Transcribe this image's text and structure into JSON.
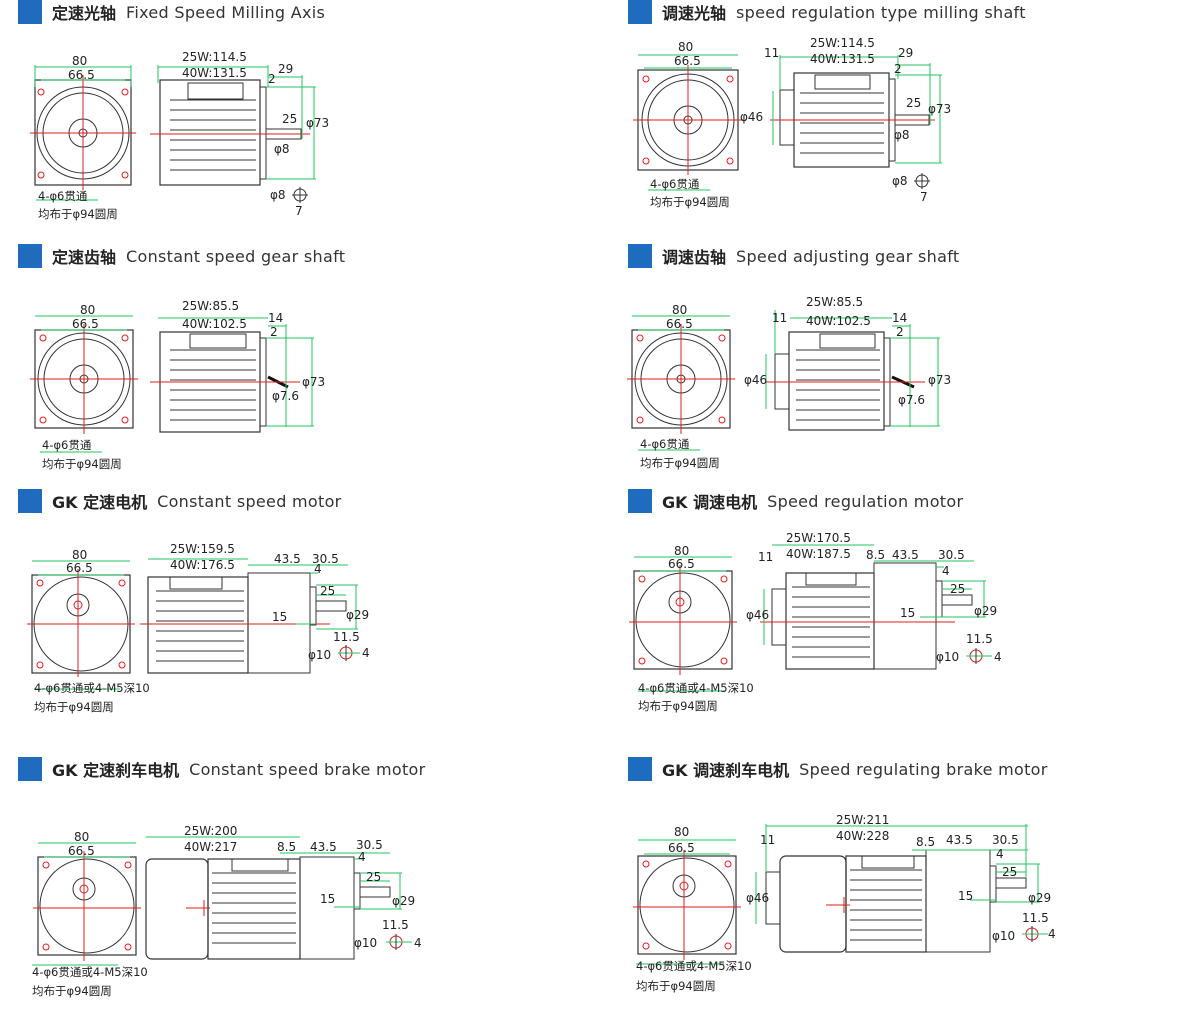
{
  "colors": {
    "accent": "#1f6bbf",
    "dimension": "#22c55e",
    "centerline": "#e11d1d",
    "outline": "#333333"
  },
  "sections": [
    {
      "cn": "定速光轴",
      "en": "Fixed Speed Milling Axis",
      "dims": {
        "w_outer": "80",
        "w_inner": "66.5",
        "len25": "25W:114.5",
        "len40": "40W:131.5",
        "shaft_total": "29",
        "shaft_gap": "2",
        "shaft_len": "25",
        "diam_flange": "φ73",
        "diam_shaft": "φ8",
        "key_diam": "φ8",
        "key_w": "7",
        "spigot": ""
      },
      "notes": [
        "4-φ6贯通",
        "均布于φ94圆周"
      ]
    },
    {
      "cn": "调速光轴",
      "en": "speed regulation type milling shaft",
      "dims": {
        "w_outer": "80",
        "w_inner": "66.5",
        "len25": "25W:114.5",
        "len40": "40W:131.5",
        "shaft_total": "29",
        "shaft_gap": "2",
        "shaft_len": "25",
        "diam_flange": "φ73",
        "diam_shaft": "φ8",
        "key_diam": "φ8",
        "key_w": "7",
        "spigot": "11",
        "spigot_diam": "φ46"
      },
      "notes": [
        "4-φ6贯通",
        "均布于φ94圆周"
      ]
    },
    {
      "cn": "定速齿轴",
      "en": "Constant speed gear shaft",
      "dims": {
        "w_outer": "80",
        "w_inner": "66.5",
        "len25": "25W:85.5",
        "len40": "40W:102.5",
        "shaft_total": "14",
        "shaft_gap": "2",
        "diam_flange": "φ73",
        "diam_shaft": "φ7.6",
        "spigot": ""
      },
      "notes": [
        "4-φ6贯通",
        "均布于φ94圆周"
      ]
    },
    {
      "cn": "调速齿轴",
      "en": "Speed adjusting gear shaft",
      "dims": {
        "w_outer": "80",
        "w_inner": "66.5",
        "len25": "25W:85.5",
        "len40": "40W:102.5",
        "shaft_total": "14",
        "shaft_gap": "2",
        "diam_flange": "φ73",
        "diam_shaft": "φ7.6",
        "spigot": "11",
        "spigot_diam": "φ46"
      },
      "notes": [
        "4-φ6贯通",
        "均布于φ94圆周"
      ]
    },
    {
      "cn": "GK 定速电机",
      "en": "Constant  speed motor",
      "dims": {
        "w_outer": "80",
        "w_inner": "66.5",
        "len25": "25W:159.5",
        "len40": "40W:176.5",
        "gear_len": "43.5",
        "gear_total": "30.5",
        "gear_gap": "4",
        "shaft_len": "25",
        "shaft_diam": "φ29",
        "hub": "15",
        "key_len": "11.5",
        "key_diam": "φ10",
        "key_w": "4",
        "spigot": ""
      },
      "notes": [
        "4-φ6贯通或4-M5深10",
        "均布于φ94圆周"
      ]
    },
    {
      "cn": "GK 调速电机",
      "en": "Speed regulation motor",
      "dims": {
        "w_outer": "80",
        "w_inner": "66.5",
        "len25": "25W:170.5",
        "len40": "40W:187.5",
        "pre": "8.5",
        "gear_len": "43.5",
        "gear_total": "30.5",
        "gear_gap": "4",
        "shaft_len": "25",
        "shaft_diam": "φ29",
        "hub": "15",
        "key_len": "11.5",
        "key_diam": "φ10",
        "key_w": "4",
        "spigot": "11",
        "spigot_diam": "φ46"
      },
      "notes": [
        "4-φ6贯通或4-M5深10",
        "均布于φ94圆周"
      ]
    },
    {
      "cn": "GK 定速刹车电机",
      "en": "Constant speed brake motor",
      "dims": {
        "w_outer": "80",
        "w_inner": "66.5",
        "len25": "25W:200",
        "len40": "40W:217",
        "pre": "8.5",
        "gear_len": "43.5",
        "gear_total": "30.5",
        "gear_gap": "4",
        "shaft_len": "25",
        "shaft_diam": "φ29",
        "hub": "15",
        "key_len": "11.5",
        "key_diam": "φ10",
        "key_w": "4",
        "spigot": ""
      },
      "notes": [
        "4-φ6贯通或4-M5深10",
        "均布于φ94圆周"
      ]
    },
    {
      "cn": "GK 调速刹车电机",
      "en": "Speed regulating brake motor",
      "dims": {
        "w_outer": "80",
        "w_inner": "66.5",
        "len25": "25W:211",
        "len40": "40W:228",
        "pre": "8.5",
        "gear_len": "43.5",
        "gear_total": "30.5",
        "gear_gap": "4",
        "shaft_len": "25",
        "shaft_diam": "φ29",
        "hub": "15",
        "key_len": "11.5",
        "key_diam": "φ10",
        "key_w": "4",
        "spigot": "11",
        "spigot_diam": "φ46"
      },
      "notes": [
        "4-φ6贯通或4-M5深10",
        "均布于φ94圆周"
      ]
    }
  ]
}
